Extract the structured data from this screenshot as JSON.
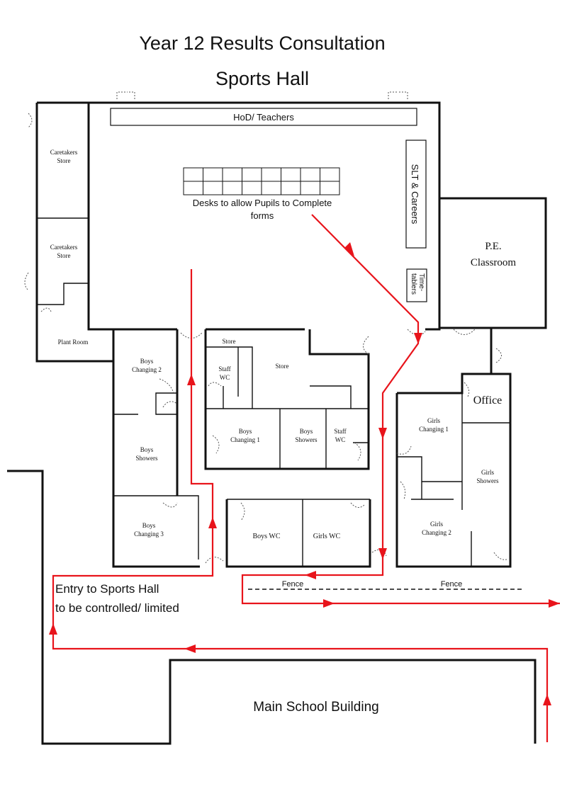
{
  "title": "Year 12 Results Consultation",
  "subtitle": "Sports Hall",
  "rooms": {
    "hod_teachers": "HoD/ Teachers",
    "slt_careers": "SLT & Careers",
    "desks": [
      "Desks to allow Pupils to Complete",
      "forms"
    ],
    "timetablers": [
      "Time-",
      "tablers"
    ],
    "pe_classroom": [
      "P.E.",
      "Classroom"
    ],
    "caretakers_store_1": [
      "Caretakers",
      "Store"
    ],
    "caretakers_store_2": [
      "Caretakers",
      "Store"
    ],
    "plant_room": "Plant Room",
    "boys_changing_2": [
      "Boys",
      "Changing 2"
    ],
    "boys_showers_left": [
      "Boys",
      "Showers"
    ],
    "boys_changing_3": [
      "Boys",
      "Changing 3"
    ],
    "store_small": "Store",
    "staff_wc_1": [
      "Staff",
      "WC"
    ],
    "store_main": "Store",
    "boys_changing_1": [
      "Boys",
      "Changing 1"
    ],
    "boys_showers_mid": [
      "Boys",
      "Showers"
    ],
    "staff_wc_2": [
      "Staff",
      "WC"
    ],
    "boys_wc": "Boys WC",
    "girls_wc": "Girls WC",
    "office": "Office",
    "girls_changing_1": [
      "Girls",
      "Changing 1"
    ],
    "girls_showers": [
      "Girls",
      "Showers"
    ],
    "girls_changing_2": [
      "Girls",
      "Changing 2"
    ]
  },
  "fence_labels": [
    "Fence",
    "Fence"
  ],
  "entry_note": [
    "Entry to Sports Hall",
    "to be controlled/ limited"
  ],
  "main_building": "Main School Building",
  "colors": {
    "route": "#e8141b",
    "walls": "#111111"
  }
}
